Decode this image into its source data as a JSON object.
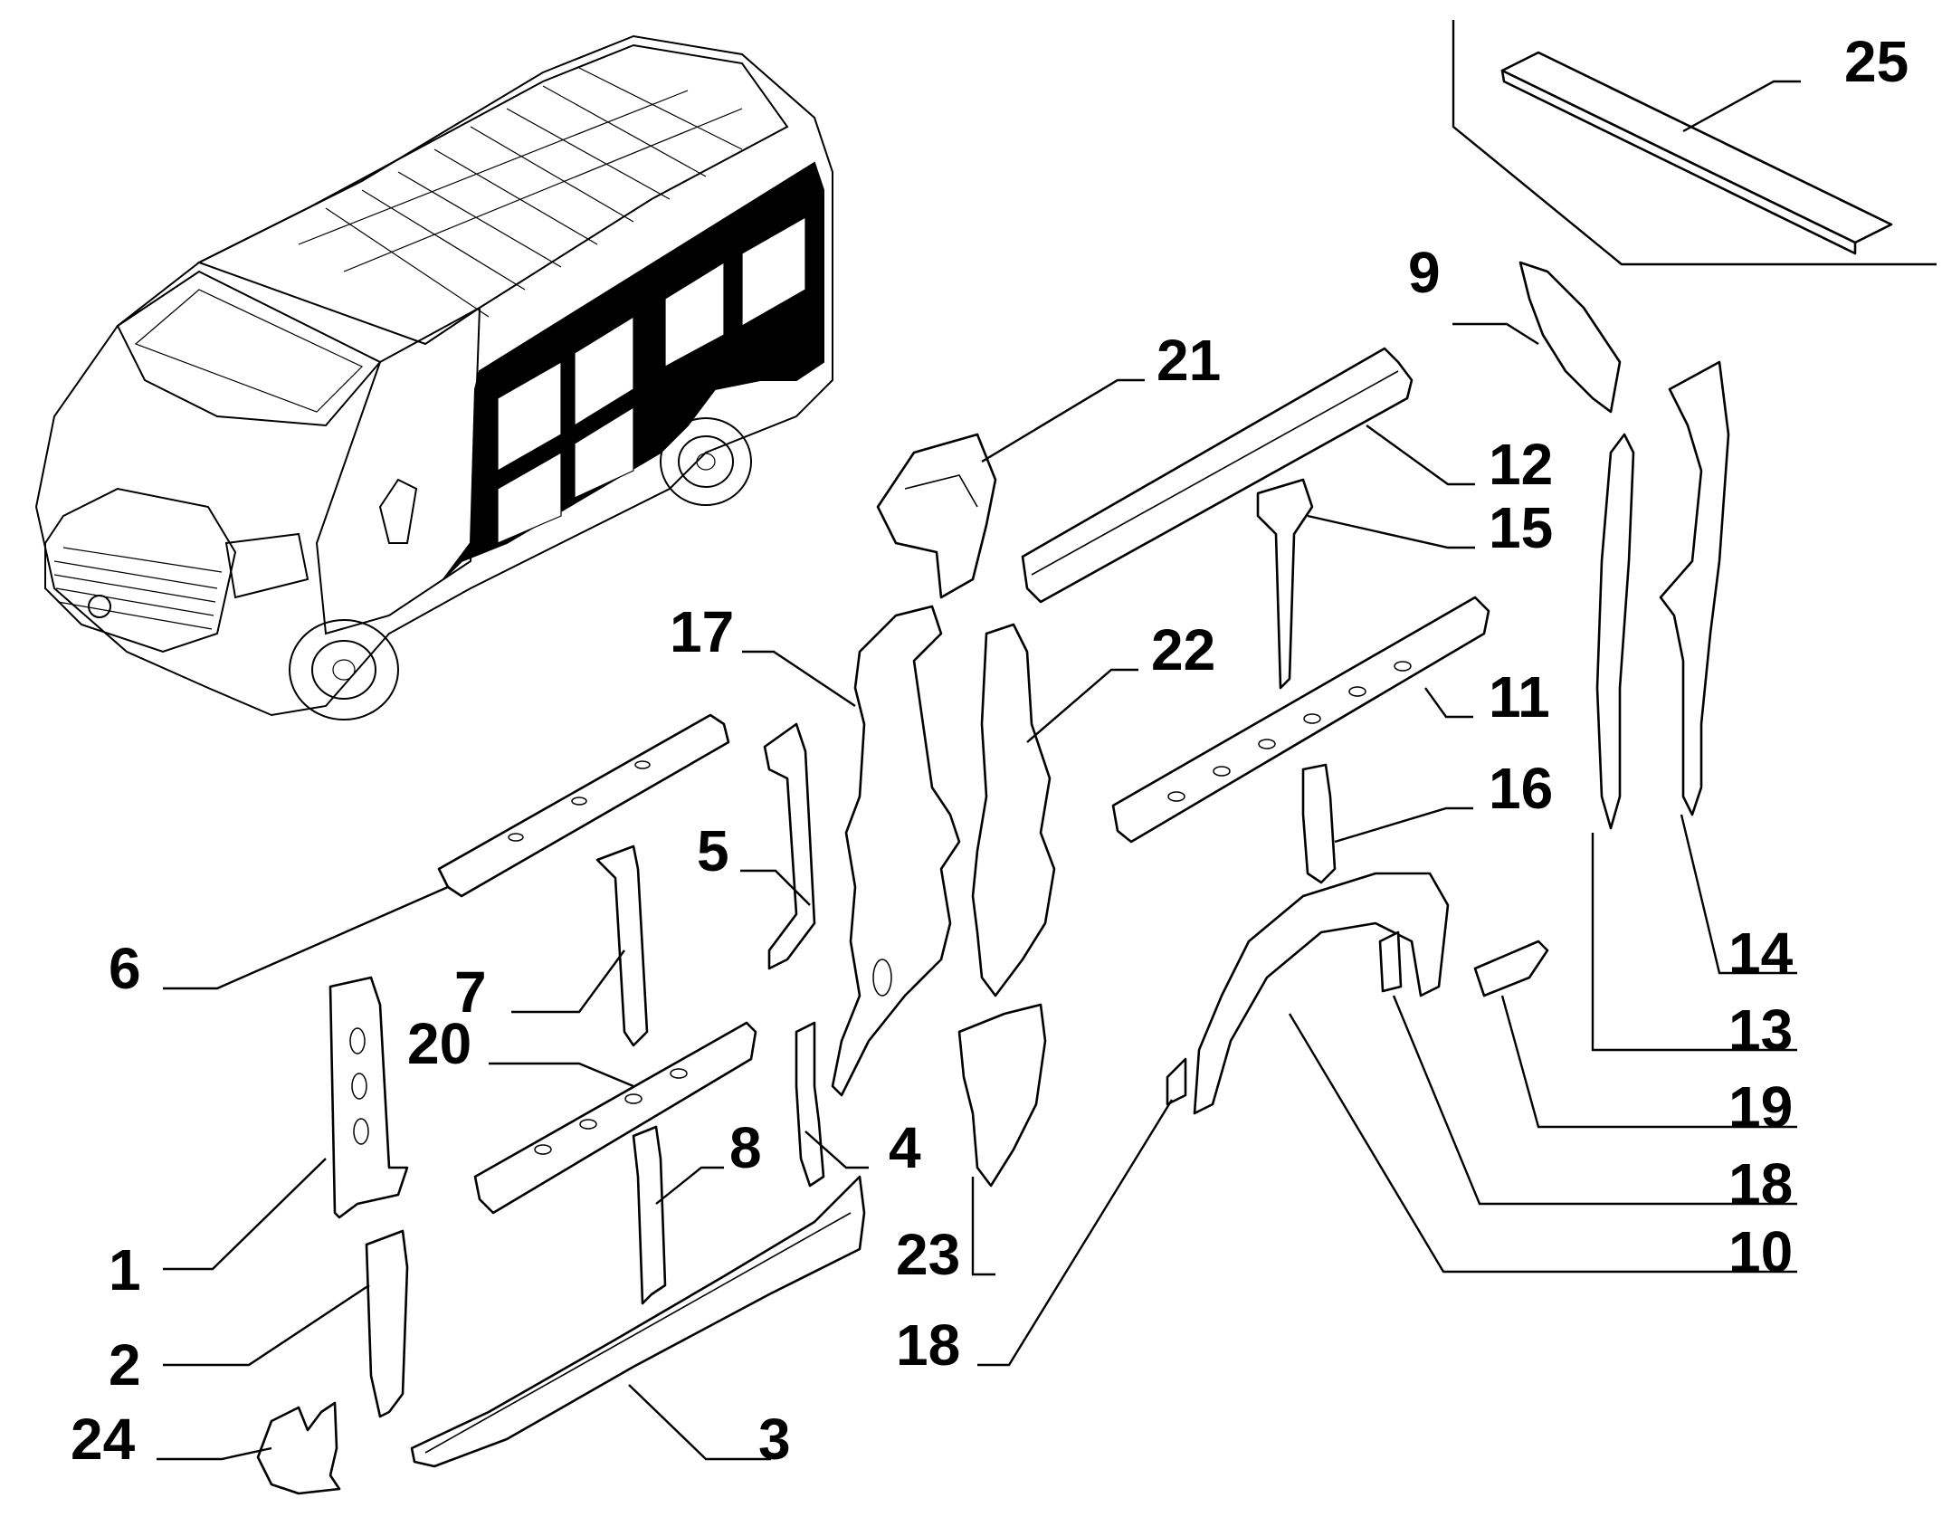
{
  "callouts": [
    {
      "id": "p1",
      "label": "1"
    },
    {
      "id": "p2",
      "label": "2"
    },
    {
      "id": "p3",
      "label": "3"
    },
    {
      "id": "p4",
      "label": "4"
    },
    {
      "id": "p5",
      "label": "5"
    },
    {
      "id": "p6",
      "label": "6"
    },
    {
      "id": "p7",
      "label": "7"
    },
    {
      "id": "p8",
      "label": "8"
    },
    {
      "id": "p9",
      "label": "9"
    },
    {
      "id": "p10",
      "label": "10"
    },
    {
      "id": "p11",
      "label": "11"
    },
    {
      "id": "p12",
      "label": "12"
    },
    {
      "id": "p13",
      "label": "13"
    },
    {
      "id": "p14",
      "label": "14"
    },
    {
      "id": "p15",
      "label": "15"
    },
    {
      "id": "p16",
      "label": "16"
    },
    {
      "id": "p17",
      "label": "17"
    },
    {
      "id": "p18a",
      "label": "18"
    },
    {
      "id": "p18b",
      "label": "18"
    },
    {
      "id": "p19",
      "label": "19"
    },
    {
      "id": "p20",
      "label": "20"
    },
    {
      "id": "p21",
      "label": "21"
    },
    {
      "id": "p22",
      "label": "22"
    },
    {
      "id": "p23",
      "label": "23"
    },
    {
      "id": "p24",
      "label": "24"
    },
    {
      "id": "p25",
      "label": "25"
    }
  ],
  "colors": {
    "ink": "#000000",
    "paper": "#ffffff"
  }
}
